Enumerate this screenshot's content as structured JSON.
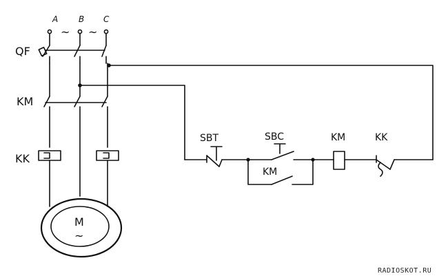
{
  "labels": {
    "phase_a": "A",
    "phase_b": "B",
    "phase_c": "C",
    "tilde_ab": "~",
    "tilde_bc": "~",
    "breaker": "QF",
    "contactor_main": "KM",
    "thermal_relay_main": "KK",
    "motor": "M",
    "motor_ac": "~",
    "stop_button": "SBT",
    "start_button": "SBC",
    "hold_contact": "KM",
    "coil": "KM",
    "relay_contact": "KK"
  },
  "watermark": "RADIOSKOT.RU"
}
